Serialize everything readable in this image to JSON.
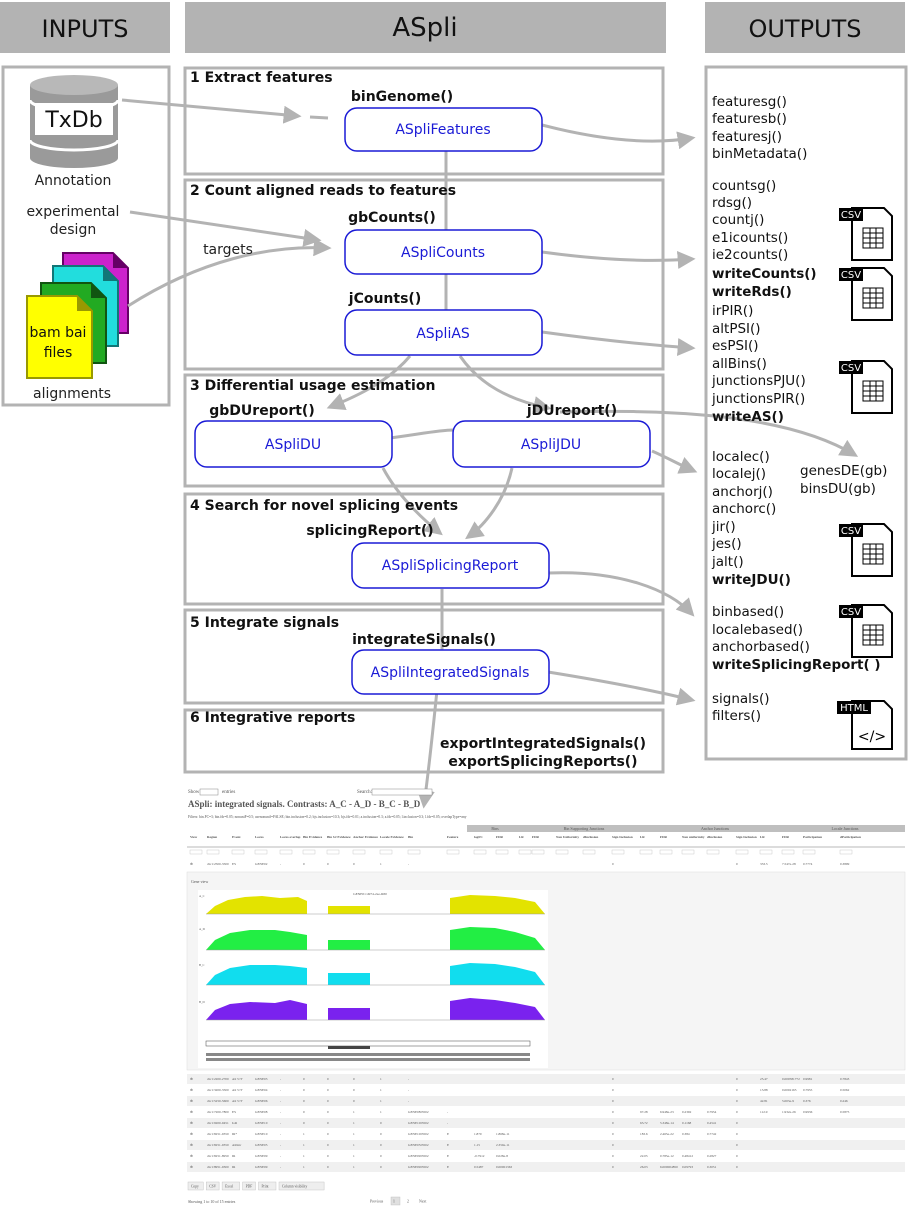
{
  "headers": {
    "inputs": "INPUTS",
    "main": "ASpli",
    "outputs": "OUTPUTS"
  },
  "inputs": {
    "txdb": "TxDb",
    "annotation": "Annotation",
    "experimental_design": [
      "experimental",
      "design"
    ],
    "targets": "targets",
    "bam_files": [
      "bam bai",
      "files"
    ],
    "alignments": "alignments"
  },
  "steps": [
    {
      "title": "1 Extract features",
      "function": "binGenome()",
      "objects": [
        "ASpliFeatures"
      ]
    },
    {
      "title": "2 Count aligned reads to features",
      "functions": [
        "gbCounts()",
        "jCounts()"
      ],
      "objects": [
        "ASpliCounts",
        "ASpliAS"
      ]
    },
    {
      "title": "3 Differential usage estimation",
      "functions": [
        "gbDUreport()",
        "jDUreport()"
      ],
      "objects": [
        "ASpliDU",
        "ASpliJDU"
      ]
    },
    {
      "title": "4 Search for novel splicing events",
      "function": "splicingReport()",
      "objects": [
        "ASpliSplicingReport"
      ]
    },
    {
      "title": "5 Integrate signals",
      "function": "integrateSignals()",
      "objects": [
        "ASpliIntegratedSignals"
      ]
    },
    {
      "title": "6 Integrative reports",
      "functions": [
        "exportIntegratedSignals()",
        "exportSplicingReports()"
      ]
    }
  ],
  "outputs": {
    "group1": [
      "featuresg()",
      "featuresb()",
      "featuresj()",
      "binMetadata()"
    ],
    "group2": [
      "countsg()",
      "rdsg()",
      "countj()",
      "e1icounts()",
      "ie2counts()"
    ],
    "group2_bold": [
      "writeCounts()",
      "writeRds()"
    ],
    "group3": [
      "irPIR()",
      "altPSI()",
      "esPSI()",
      "allBins()",
      "junctionsPJU()",
      "junctionsPIR()"
    ],
    "group3_bold": "writeAS()",
    "group4": [
      "localec()",
      "localej()",
      "anchorj()",
      "anchorc()",
      "jir()",
      "jes()",
      "jalt()"
    ],
    "group4_bold": "writeJDU()",
    "group5": [
      "binbased()",
      "localebased()",
      "anchorbased()"
    ],
    "group5_bold": "writeSplicingReport( )",
    "group6": [
      "signals()",
      "filters()"
    ],
    "side": [
      "genesDE(gb)",
      "binsDU(gb)"
    ],
    "csv_label": "CSV",
    "html_label": "HTML",
    "html_symbol": "</>"
  },
  "colors": {
    "header_bg": "#b3b3b3",
    "box_border": "#b3b3b3",
    "object_border": "#1a1ad6",
    "object_text": "#1a1ad6",
    "arrow": "#b3b3b3"
  },
  "report": {
    "title": "ASpli: integrated signals. Contrasts: A_C - A_D - B_C - B_D",
    "show_label": "Show",
    "entries_label": "entries",
    "search_label": "Search:",
    "filters_text": "Filters: bin.FC=3; bin.fdr=0.05; nonuniF=0.5; usenonunif=FALSE; bin.inclusion=0.2; bjs.inclusion=10.3; bjs.fdr=0.01; a.inclusion=0.3; a.fdr=0.05; l.inclusion=0.3; l.fdr=0.05; overlapType=any",
    "group_headers": [
      "Bins",
      "Bin Supporting Junctions",
      "Anchor Junctions",
      "Locale Junctions"
    ],
    "columns": [
      "View",
      "Region",
      "Event",
      "Locus",
      "Locus overlap",
      "Bin Evidence",
      "Bin SJ Evidence",
      "Anchor Evidence",
      "Locale Evidence",
      "Bin",
      "Feature",
      "logFC",
      "FDR",
      "LR",
      "FDR",
      "Non Uniformity",
      "dInclusion",
      "Sign Inclusion",
      "LR",
      "FDR",
      "Non uniformity",
      "dInclusion",
      "Sign Inclusion",
      "LR",
      "FDR",
      "Participation",
      "dParticipation"
    ],
    "gene_view_label": "Gene view",
    "track_title": "GENE01:4974-2ee-R80",
    "track_labels": [
      "A_C",
      "A_D",
      "B_C",
      "B_D"
    ],
    "rows": [
      [
        "⊕",
        "chr1:2500-3500",
        "ES",
        "GENE02",
        "-",
        "0",
        "0",
        "0",
        "1",
        "-",
        "",
        "",
        "",
        "",
        "",
        "",
        "",
        "0",
        "",
        "",
        "",
        "",
        "0",
        "333.5",
        "7.547e-28",
        "0.7774",
        "0.3899"
      ],
      [
        "⊕",
        "chr1:2200-2700",
        "Alt 5'/3'",
        "GENE03",
        "-",
        "0",
        "0",
        "0",
        "1",
        "-",
        "",
        "",
        "",
        "",
        "",
        "",
        "",
        "0",
        "",
        "",
        "",
        "",
        "0",
        "25.47",
        "0.000581772",
        "0.9981",
        "0.7843"
      ],
      [
        "⊕",
        "chr1:3200-3500",
        "Alt 5'/3'",
        "GENE04",
        "-",
        "0",
        "0",
        "0",
        "1",
        "-",
        "",
        "",
        "",
        "",
        "",
        "",
        "",
        "0",
        "",
        "",
        "",
        "",
        "0",
        "13.88",
        "0.0002165",
        "0.7955",
        "0.5062"
      ],
      [
        "⊕",
        "chr1:5250-5600",
        "Alt 5'/3'",
        "GENE06",
        "-",
        "0",
        "0",
        "0",
        "1",
        "-",
        "",
        "",
        "",
        "",
        "",
        "",
        "",
        "0",
        "",
        "",
        "",
        "",
        "0",
        "42.81",
        "5.003e-9",
        "0.376",
        "0.246"
      ],
      [
        "⊕",
        "chr1:7200-7800",
        "ES",
        "GENE08",
        "-",
        "0",
        "0",
        "1",
        "1",
        "GENE08:E002",
        "-",
        "",
        "",
        "",
        "",
        "",
        "",
        "0",
        "97.28",
        "6.948e-23",
        "0.2392",
        "0.7954",
        "0",
        "112.9",
        "1.932e-26",
        "0.9936",
        "0.5875"
      ],
      [
        "⊕",
        "chr1:9200-9451",
        "IoR",
        "GENE10",
        "-",
        "0",
        "0",
        "1",
        "0",
        "GENE10:E002",
        "-",
        "",
        "",
        "",
        "",
        "",
        "",
        "0",
        "63.72",
        "5.348e-14",
        "0.1168",
        "0.4541",
        "0",
        "",
        "",
        "",
        ""
      ],
      [
        "⊕",
        "chr1:8251-9350",
        "IR*",
        "GENE10",
        "-",
        "1",
        "0",
        "1",
        "0",
        "GENE10:E002",
        "E",
        "1.870",
        "1.868e-11",
        "",
        "",
        "",
        "",
        "0",
        "183.6",
        "2.465e-22",
        "0.384",
        "0.7742",
        "0",
        "",
        "",
        "",
        ""
      ],
      [
        "⊕",
        "chr1:8251-9350",
        "AltIntr",
        "GENE05",
        "-",
        "1",
        "0",
        "1",
        "0",
        "GENE05:E002",
        "E",
        "1.15",
        "2.350e-11",
        "",
        "",
        "",
        "",
        "0",
        "",
        "",
        "",
        "",
        "0",
        "",
        "",
        "",
        ""
      ],
      [
        "⊕",
        "chr1:8251-8950",
        "IR",
        "GENE09",
        "-",
        "1",
        "0",
        "1",
        "0",
        "GENE09:E002",
        "E",
        "-0.7912",
        "0.028e-8",
        "",
        "",
        "",
        "",
        "0",
        "22.05",
        "0.785e-12",
        "0.48412",
        "0.2827",
        "0",
        "",
        "",
        "",
        ""
      ],
      [
        "⊕",
        "chr1:8951-9300",
        "IR",
        "GENE09",
        "-",
        "1",
        "0",
        "1",
        "0",
        "GENE09:E002",
        "E",
        "0.5487",
        "0.00001363",
        "",
        "",
        "",
        "",
        "0",
        "26.03",
        "6.000004850",
        "0.09793",
        "0.3051",
        "0",
        "",
        "",
        "",
        ""
      ]
    ],
    "buttons": [
      "Copy",
      "CSV",
      "Excel",
      "PDF",
      "Print",
      "Column visibility"
    ],
    "showing_text": "Showing 1 to 10 of 15 entries",
    "pagination": [
      "Previous",
      "1",
      "2",
      "Next"
    ]
  }
}
